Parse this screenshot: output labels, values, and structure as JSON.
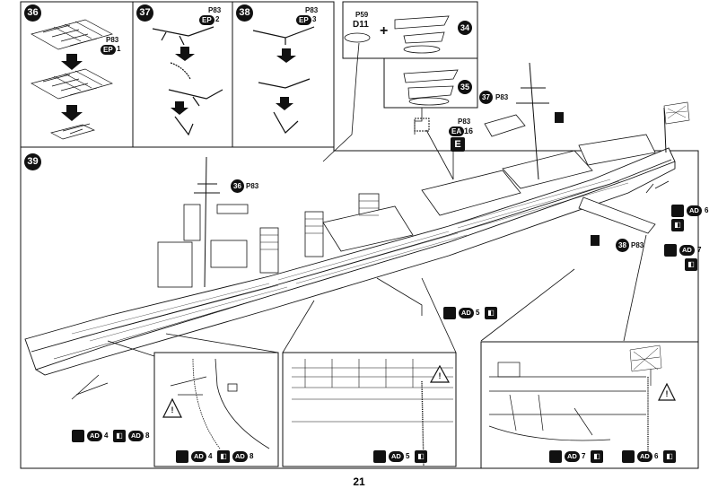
{
  "page": {
    "number": "21"
  },
  "step36": {
    "num": "36",
    "ref": "P83",
    "pill": "EP",
    "qty": "1"
  },
  "step37": {
    "num": "37",
    "ref": "P83",
    "pill": "EP",
    "qty": "2"
  },
  "step38": {
    "num": "38",
    "ref": "P83",
    "pill": "EP",
    "qty": "3"
  },
  "step39": {
    "num": "39"
  },
  "plane": {
    "ref": "P59",
    "part": "D11",
    "plus": "+",
    "num34": "34",
    "num35": "35"
  },
  "callout37": {
    "num": "37",
    "ref": "P83"
  },
  "callout36": {
    "num": "36",
    "ref": "P83"
  },
  "callout38": {
    "num": "38",
    "ref": "P83"
  },
  "partE": {
    "ref": "P83",
    "pill": "EA",
    "qty": "16",
    "letter": "E"
  },
  "paints": {
    "hull_a": {
      "ad": "AD",
      "n1": "6"
    },
    "hull_b": {
      "ad": "AD",
      "n1": "7"
    },
    "mid": {
      "ad": "AD",
      "n1": "5"
    },
    "bow1": {
      "ad": "AD",
      "n1": "4",
      "ad2": "AD",
      "n2": "8"
    },
    "bow2": {
      "ad": "AD",
      "n1": "4",
      "ad2": "AD",
      "n2": "8"
    },
    "det2": {
      "ad": "AD",
      "n1": "5"
    },
    "det3a": {
      "ad": "AD",
      "n1": "7"
    },
    "det3b": {
      "ad": "AD",
      "n1": "6"
    }
  },
  "warning": "!",
  "palette": {
    "ink": "#111111",
    "paper": "#ffffff"
  }
}
